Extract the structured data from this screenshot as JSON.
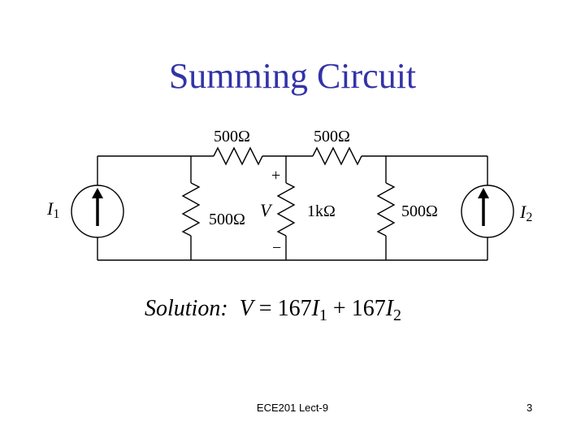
{
  "slide": {
    "title": "Summing Circuit",
    "footer": "ECE201 Lect-9",
    "page_number": "3"
  },
  "circuit": {
    "series_resistor_left": "500Ω",
    "series_resistor_right": "500Ω",
    "shunt_resistor_left": "500Ω",
    "shunt_resistor_middle": "1kΩ",
    "shunt_resistor_right": "500Ω",
    "source_left": {
      "symbol": "I",
      "subscript": "1"
    },
    "source_right": {
      "symbol": "I",
      "subscript": "2"
    },
    "voltage": {
      "symbol": "V",
      "plus": "+",
      "minus": "−"
    }
  },
  "solution": {
    "prefix": "Solution:",
    "var_v": "V",
    "equals": "= 167",
    "term1_symbol": "I",
    "term1_sub": "1",
    "plus": "+ 167",
    "term2_symbol": "I",
    "term2_sub": "2"
  }
}
